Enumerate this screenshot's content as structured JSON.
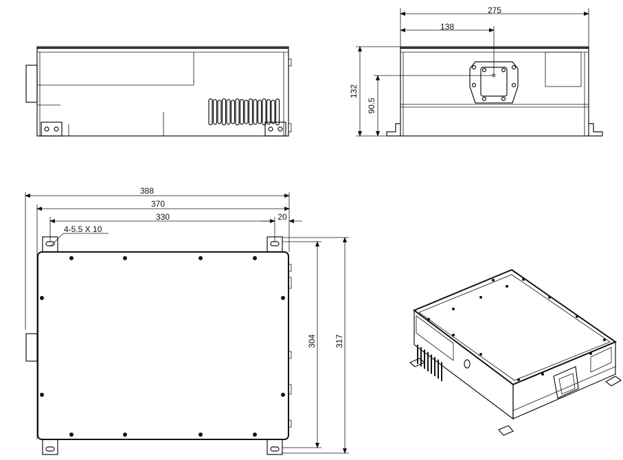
{
  "drawing": {
    "dimensions": {
      "side_view": {
        "width": "275",
        "offset": "138",
        "height": "132",
        "port_height": "90.5"
      },
      "top_view": {
        "overall_width": "388",
        "body_width": "370",
        "hole_spacing": "330",
        "tab_width": "20",
        "hole_note": "4-5.5 X 10",
        "depth_inner": "304",
        "depth_outer": "317"
      }
    },
    "colors": {
      "line": "#111111",
      "face_light": "#f4f4f4",
      "face_mid": "#e6e6e6",
      "face_dark": "#d8d8d8"
    }
  }
}
